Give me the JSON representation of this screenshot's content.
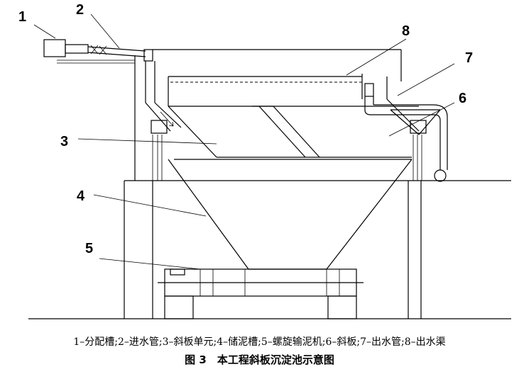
{
  "diagram": {
    "callouts": [
      {
        "id": "1",
        "label": "1"
      },
      {
        "id": "2",
        "label": "2"
      },
      {
        "id": "3",
        "label": "3"
      },
      {
        "id": "4",
        "label": "4"
      },
      {
        "id": "5",
        "label": "5"
      },
      {
        "id": "6",
        "label": "6"
      },
      {
        "id": "7",
        "label": "7"
      },
      {
        "id": "8",
        "label": "8"
      }
    ],
    "legend": "1–分配槽;2–进水管;3–斜板单元;4–储泥槽;5–螺旋输泥机;6–斜板;7–出水管;8–出水渠",
    "figure_title": "图 3　本工程斜板沉淀池示意图"
  }
}
